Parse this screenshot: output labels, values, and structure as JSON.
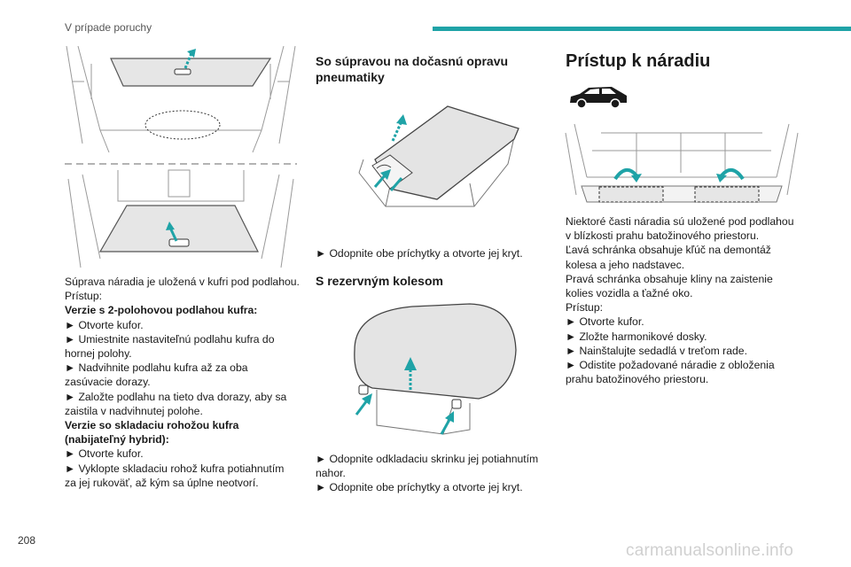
{
  "header": {
    "section": "V prípade poruchy",
    "accent_color": "#1fa3a7"
  },
  "page_number": "208",
  "watermark": "carmanualsonline.info",
  "col1": {
    "intro": [
      "Súprava náradia je uložená v kufri pod podlahou.",
      "Prístup:"
    ],
    "subhead1": [
      "Verzie s 2-polohovou podlahou kufra:"
    ],
    "steps1": [
      [
        "► Otvorte kufor."
      ],
      [
        "► Umiestnite nastaviteľnú podlahu kufra do",
        "hornej polohy."
      ],
      [
        "► Nadvihnite podlahu kufra až za oba",
        "zasúvacie dorazy."
      ],
      [
        "► Založte podlahu na tieto dva dorazy, aby sa",
        "zaistila v nadvihnutej polohe."
      ]
    ],
    "subhead2": [
      "Verzie so skladaciu rohožou kufra",
      "(nabijateľný hybrid):"
    ],
    "steps2": [
      [
        "► Otvorte kufor."
      ],
      [
        "► Vyklopte skladaciu rohož kufra potiahnutím",
        "za jej rukoväť, až kým sa úplne neotvorí."
      ]
    ]
  },
  "col2": {
    "title1": [
      "So súpravou na dočasnú opravu",
      "pneumatiky"
    ],
    "step1": [
      "► Odopnite obe príchytky a otvorte jej kryt."
    ],
    "title2": "S rezervným kolesom",
    "steps2": [
      [
        "► Odopnite odkladaciu skrinku jej potiahnutím",
        "nahor."
      ],
      [
        "► Odopnite obe príchytky a otvorte jej kryt."
      ]
    ]
  },
  "col3": {
    "title": "Prístup k náradiu",
    "body": [
      "Niektoré časti náradia sú uložené pod podlahou",
      "v blízkosti prahu batožinového priestoru.",
      "Ľavá schránka obsahuje kľúč na demontáž",
      "kolesa a jeho nadstavec.",
      "Pravá schránka obsahuje kliny na zaistenie",
      "kolies vozidla a ťažné oko.",
      "Prístup:",
      "► Otvorte kufor.",
      "► Zložte harmonikové dosky.",
      "► Nainštalujte sedadlá v treťom rade.",
      "► Odistite požadované náradie z obloženia",
      "prahu batožinového priestoru."
    ]
  }
}
